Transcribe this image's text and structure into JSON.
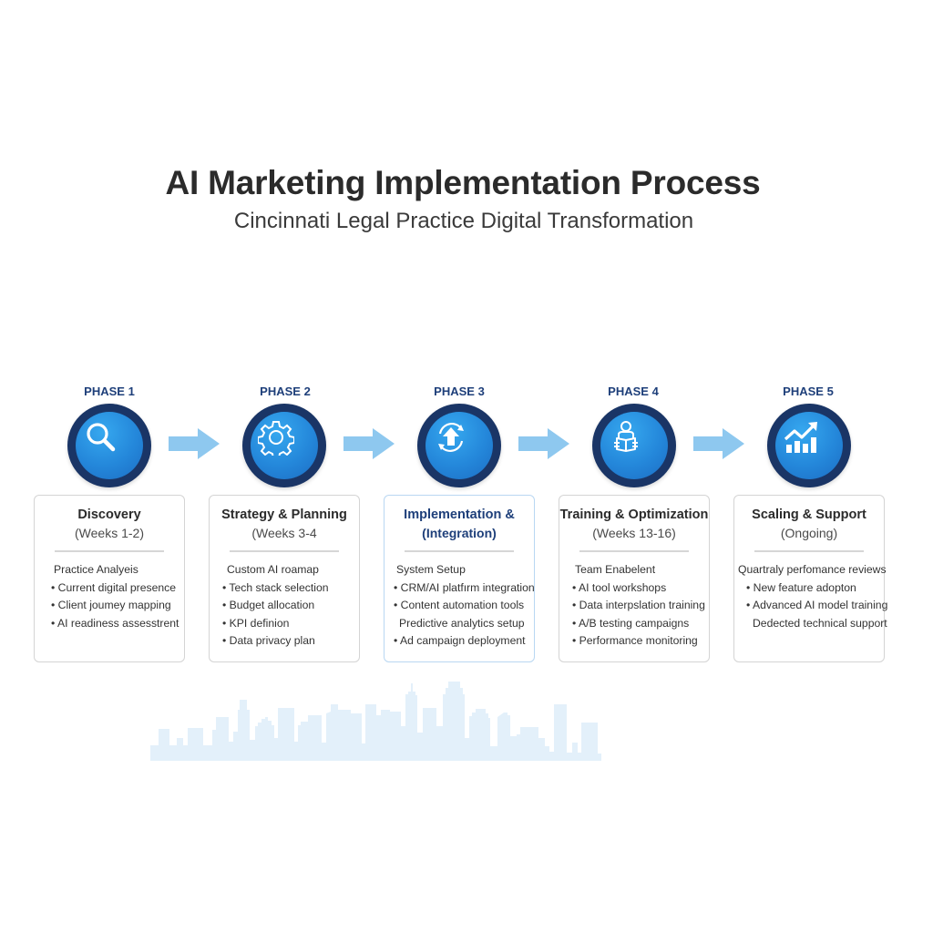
{
  "header": {
    "title": "AI Marketing Implementation Process",
    "subtitle": "Cincinnati Legal Practice Digital Transformation"
  },
  "colors": {
    "title": "#2b2b2b",
    "phase_label": "#1e3f7a",
    "circle_ring": "#1a3566",
    "circle_fill": "#2487da",
    "arrow": "#8ec8ef",
    "card_border": "#d4d4d4",
    "card_border_highlight": "#b9d7f2",
    "skyline": "#e3f0fa"
  },
  "phases": [
    {
      "label": "PHASE 1",
      "icon": "magnifier-icon",
      "title": "Discovery",
      "subtitle": "(Weeks 1-2)",
      "items": [
        "Practice Analyeis",
        "• Current digital presence",
        "• Client joumey mapping",
        "• AI readiness assesstrent"
      ]
    },
    {
      "label": "PHASE 2",
      "icon": "gear-icon",
      "title": "Strategy & Planning",
      "subtitle": "(Weeks 3-4",
      "items": [
        "Custom AI roamap",
        "• Tech stack selection",
        "• Budget allocation",
        "• KPI definion",
        "• Data privacy plan"
      ]
    },
    {
      "label": "PHASE 3",
      "icon": "upload-sync-icon",
      "title": "Implementation &",
      "subtitle": "(Integration)",
      "highlighted": true,
      "items": [
        "System Setup",
        "• CRM/AI platfırm integration",
        "• Content automation tools",
        "Predictive analytics setup",
        "• Ad campaign deployment"
      ]
    },
    {
      "label": "PHASE 4",
      "icon": "person-reading-icon",
      "title": "Training & Optimization",
      "subtitle": "(Weeks 13-16)",
      "items": [
        "Team Enabelent",
        "• AI tool workshops",
        "• Data interpslation training",
        "• A/B testing campaigns",
        "• Performance monitoring"
      ]
    },
    {
      "label": "PHASE 5",
      "icon": "growth-chart-icon",
      "title": "Scaling & Support",
      "subtitle": "(Ongoing)",
      "items": [
        "Quartraly perfomance reviews",
        "• New feature adopton",
        "• Advanced AI model training",
        "Dedected technical support"
      ]
    }
  ]
}
